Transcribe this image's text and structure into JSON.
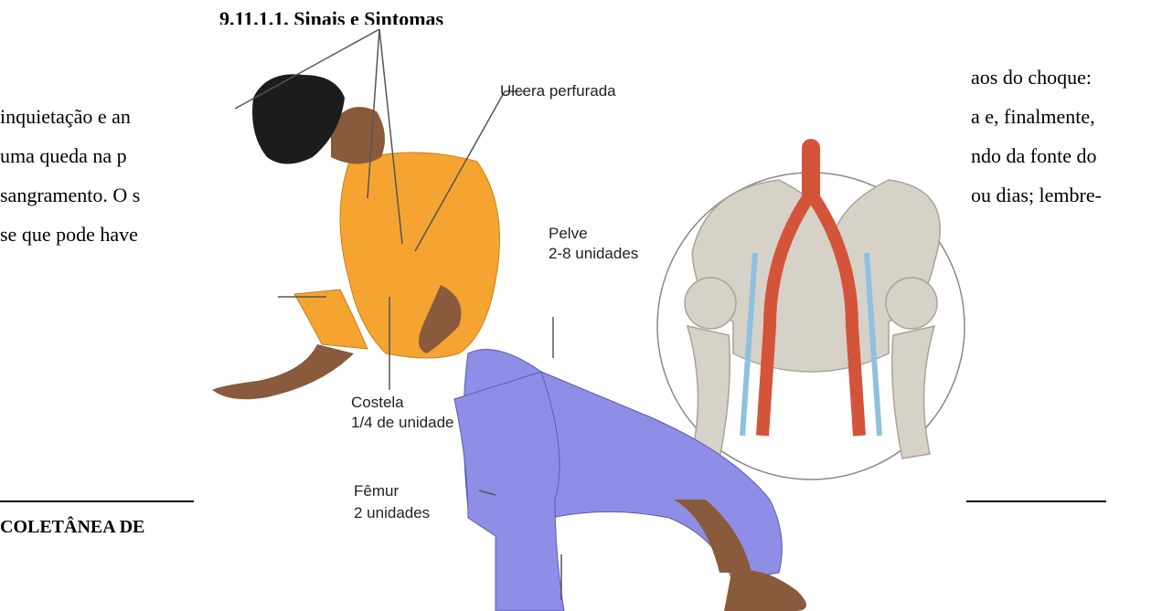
{
  "heading": "9.11.1.1. Sinais e Sintomas",
  "text_right": {
    "line1": "aos do choque:",
    "line2": "a e, finalmente,",
    "line3": "ndo da fonte do",
    "line4": "ou dias; lembre-"
  },
  "text_left": {
    "line2": "inquietação e an",
    "line3": "uma queda na p",
    "line4": "sangramento. O s",
    "line5": "se que pode have"
  },
  "footer": "COLETÂNEA DE",
  "illustration": {
    "label_ulcer": "Ulcera perfurada",
    "label_pelvis_1": "Pelve",
    "label_pelvis_2": "2-8 unidades",
    "label_rib_1": "Costela",
    "label_rib_2": "1/4 de unidade",
    "label_femur_1": "Fêmur",
    "label_femur_2": "2 unidades"
  },
  "colors": {
    "shirt": "#f5a431",
    "pants": "#8e8ee6",
    "skin": "#8a5a3c",
    "hair": "#1c1c1c",
    "bone": "#d6d2c8",
    "artery": "#d4543a",
    "vein": "#8fc0e0"
  }
}
